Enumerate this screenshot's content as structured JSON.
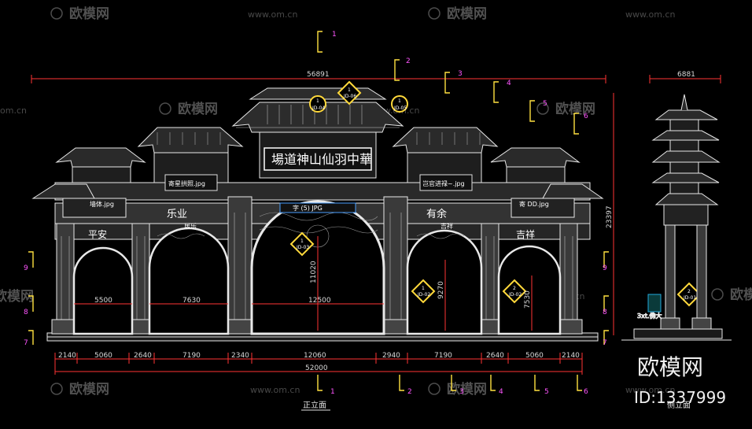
{
  "watermarks": {
    "brand": "欧模网",
    "url": "www.om.cn",
    "url_short": "om.cn"
  },
  "footer_brand": "欧模网",
  "footer_id": "ID:1337999",
  "views": {
    "front_title": "正立面",
    "side_title": "侧立面"
  },
  "dimensions": {
    "overall_width": "56891",
    "side_width": "6881",
    "overall_height": "23397",
    "bottom_total": "52000",
    "bottom_segments": [
      "2140",
      "5060",
      "2640",
      "7190",
      "2340",
      "12060",
      "2940",
      "7190",
      "2640",
      "5060",
      "2140"
    ],
    "arch_widths": [
      "5500",
      "7630",
      "12500"
    ],
    "vertical": [
      "11020",
      "9270",
      "7530"
    ]
  },
  "plaques": {
    "main": "場道神山仙羽中華",
    "left_upper": "寄星拱照.jpg",
    "right_upper": "岂官进禄~.jpg",
    "left_mid": "乐业",
    "right_mid": "有余",
    "left_low": "平安",
    "right_low": "吉祥",
    "center_band": "字 (5) JPG",
    "far_left": "墙体.jpg",
    "far_right": "寄 DD.jpg",
    "small_left": "居乐",
    "small_right": "吉祥",
    "side_label": "3xt.佛大"
  },
  "grid_labels": {
    "top": [
      "1",
      "2",
      "3",
      "4",
      "5",
      "6"
    ],
    "bottom": [
      "1",
      "2",
      "3",
      "4",
      "5",
      "6"
    ],
    "left": [
      "9",
      "8",
      "7"
    ],
    "right": [
      "9",
      "8",
      "7"
    ]
  },
  "callouts": [
    "JD-04",
    "JD-05",
    "JD-06",
    "JD-03",
    "JD-02",
    "JD-02",
    "JD-01"
  ],
  "callout_nums": [
    "1",
    "1",
    "1",
    "1",
    "1",
    "2",
    "2"
  ]
}
